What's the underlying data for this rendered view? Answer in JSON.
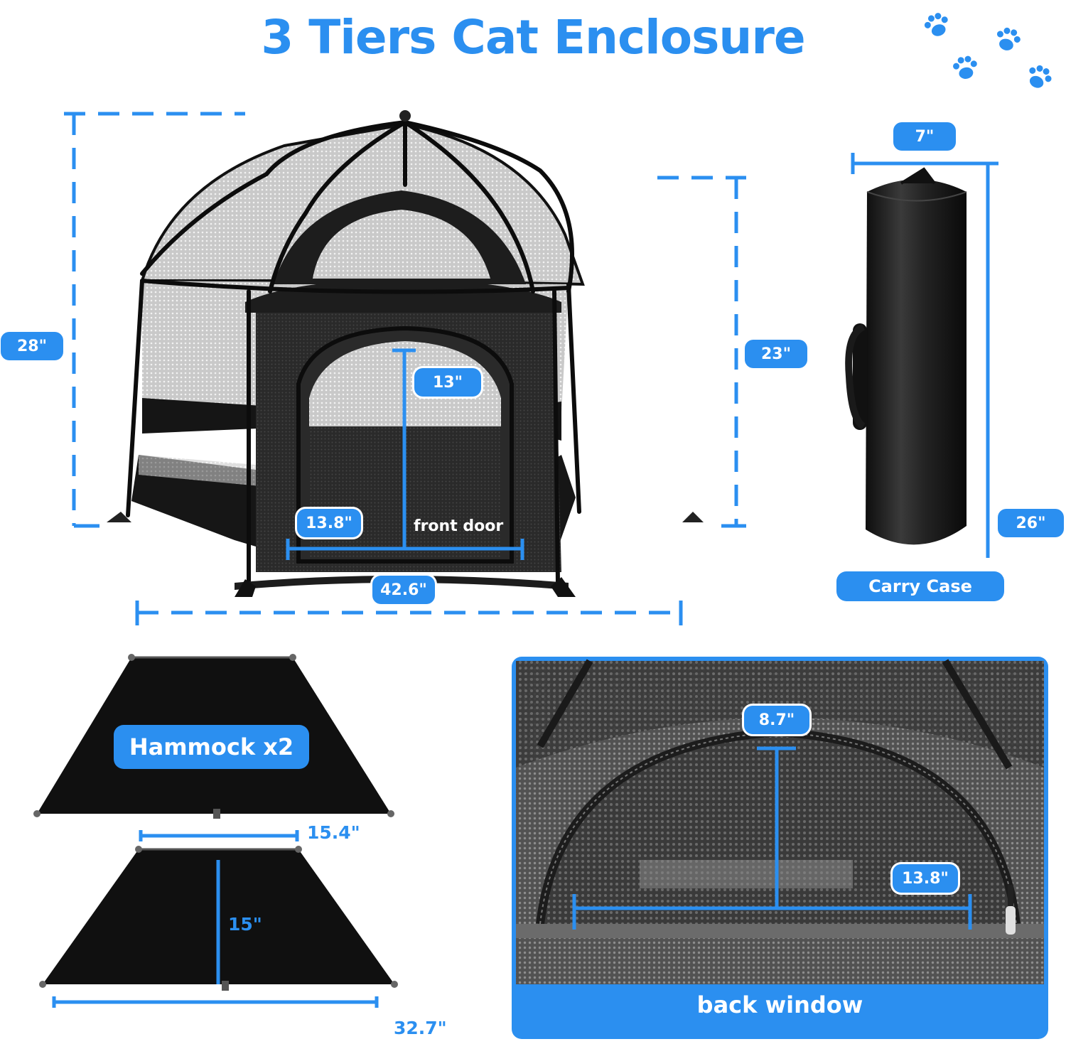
{
  "title": "3 Tiers Cat Enclosure",
  "accent_color": "#2b8ff0",
  "icons": [
    "paw-print-icon"
  ],
  "enclosure": {
    "height_total": "28\"",
    "height_side": "23\"",
    "width": "42.6\"",
    "door_height": "13\"",
    "door_width": "13.8\"",
    "door_label": "front door"
  },
  "carry_case": {
    "width": "7\"",
    "height": "26\"",
    "label": "Carry Case"
  },
  "hammock": {
    "label": "Hammock x2",
    "top_width": "15.4\"",
    "height": "15\"",
    "bottom_width": "32.7\""
  },
  "back_window": {
    "height": "8.7\"",
    "width": "13.8\"",
    "label": "back window"
  }
}
